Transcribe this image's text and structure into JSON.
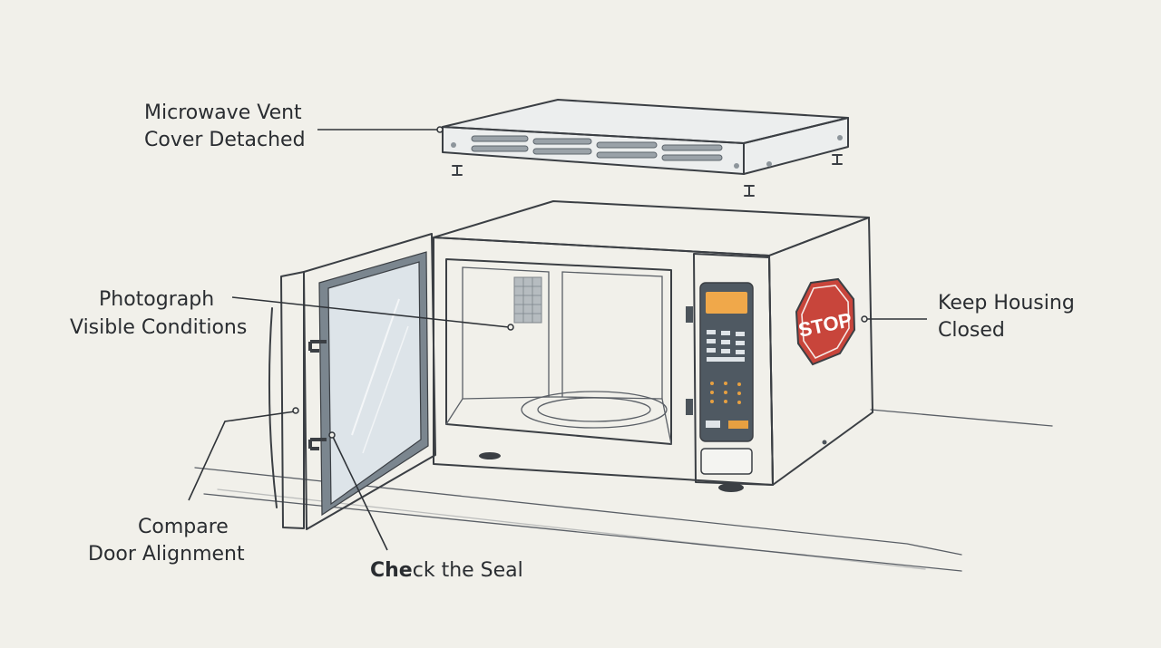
{
  "colors": {
    "background": "#f1f0ea",
    "body_white": "#f6f6f3",
    "body_shade": "#dfe1e0",
    "door_frame": "#5b6670",
    "glass": "#dde4e9",
    "display": "#f0a84a",
    "stop_sign": "#c8453b"
  },
  "labels": {
    "vent_line1": "Microwave Vent",
    "vent_line2": "Cover Detached",
    "photo_line1": "Photograph",
    "photo_line2": "Visible Conditions",
    "housing_line1": "Keep Housing",
    "housing_line2": "Closed",
    "door_line1": "Compare",
    "door_line2": "Door Alignment",
    "seal_bold": "Che",
    "seal_rest": "ck the Seal"
  },
  "stop_sign": {
    "text": "STOP"
  },
  "icons": [
    "screw-icon",
    "stop-sign-icon",
    "microwave-illustration",
    "vent-cover-illustration"
  ]
}
